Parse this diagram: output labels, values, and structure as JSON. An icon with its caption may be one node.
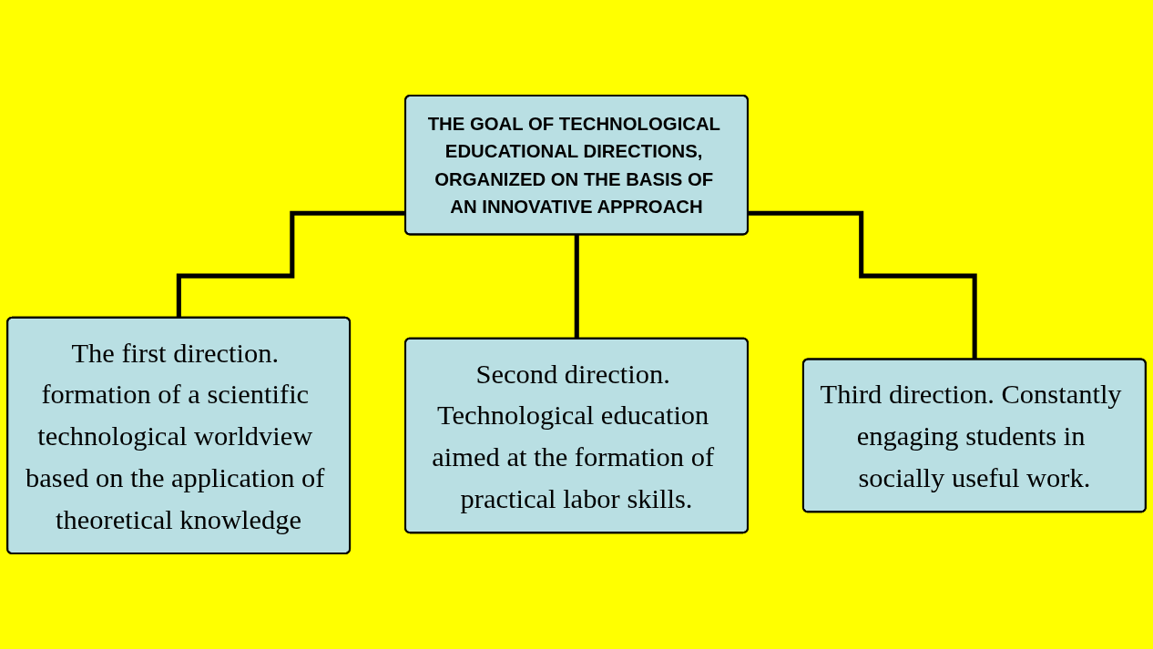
{
  "diagram": {
    "nodes": [
      {
        "text": [
          "THE GOAL OF TECHNOLOGICAL EDUCATIONAL DIRECTIONS, ORGANIZED ON THE BASIS OF AN INNOVATIVE APPROACH"
        ]
      },
      {
        "text": [
          "The first direction. formation of a scientific technological worldview based on the application of theoretical knowledge"
        ]
      },
      {
        "text": [
          "Second direction. Technological education aimed at the formation of practical labor skills."
        ]
      },
      {
        "text": [
          "Third direction. Constantly engaging students in socially useful work."
        ]
      }
    ],
    "edges": [
      {
        "from": 0,
        "to": 1,
        "arrow": "none"
      },
      {
        "from": 0,
        "to": 2,
        "arrow": "none"
      },
      {
        "from": 0,
        "to": 3,
        "arrow": "none"
      }
    ]
  }
}
